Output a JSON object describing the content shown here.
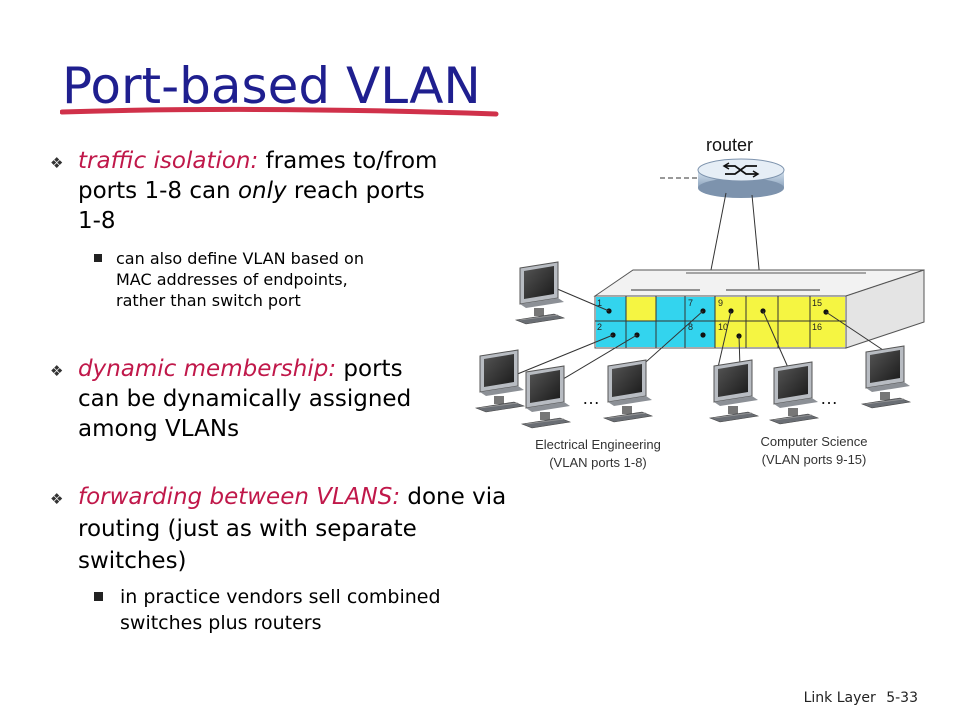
{
  "title": "Port-based VLAN",
  "bullets": [
    {
      "lead": "traffic isolation:",
      "rest_a": " frames to/from",
      "line2_a": "ports 1-8 can ",
      "line2_only": "only",
      "line2_b": " reach ports",
      "line3": "1-8",
      "sub": [
        "can also define VLAN based on",
        "MAC addresses of endpoints,",
        "rather than switch port"
      ]
    },
    {
      "lead": "dynamic membership:",
      "rest_a": " ports",
      "line2": "can be dynamically assigned",
      "line3": "among VLANs"
    },
    {
      "lead": "forwarding between VLANS:",
      "rest_a": " done via",
      "line2": "routing (just as with separate",
      "line3": "switches)",
      "sub": [
        "in practice vendors sell combined",
        "switches plus routers"
      ]
    }
  ],
  "diagram": {
    "router_label": "router",
    "ports": [
      "1",
      "2",
      "7",
      "8",
      "9",
      "10",
      "15",
      "16"
    ],
    "ellipsis": "…",
    "left_group": [
      "Electrical Engineering",
      "(VLAN ports 1-8)"
    ],
    "right_group": [
      "Computer Science",
      "(VLAN ports 9-15)"
    ],
    "colors": {
      "ee_ports": "#33d4ee",
      "cs_ports": "#f5f542",
      "title": "#1f1f8f",
      "accent": "#c0184a"
    }
  },
  "footer": {
    "chapter": "Link Layer",
    "page": "5-33"
  }
}
